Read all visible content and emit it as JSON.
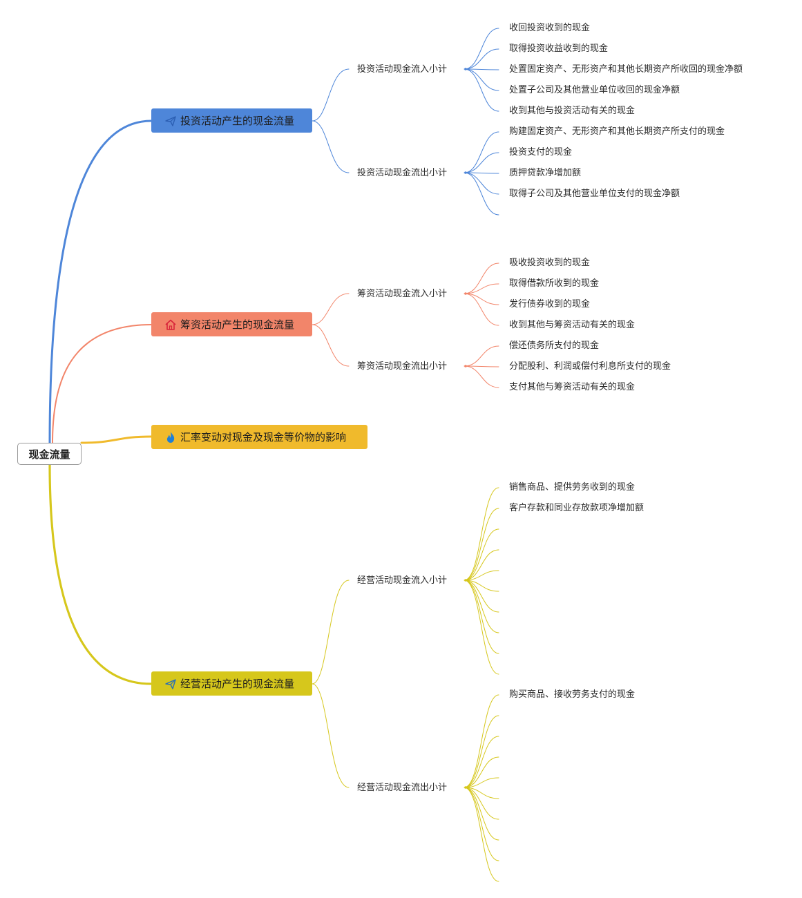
{
  "root": "现金流量",
  "branches": [
    {
      "label": "投资活动产生的现金流量",
      "icon": "paper-plane-icon",
      "color": "#4E86D9",
      "groups": [
        {
          "label": "投资活动现金流入小计",
          "items": [
            "收回投资收到的现金",
            "取得投资收益收到的现金",
            "处置固定资产、无形资产和其他长期资产所收回的现金净额",
            "处置子公司及其他营业单位收回的现金净额",
            "收到其他与投资活动有关的现金"
          ]
        },
        {
          "label": "投资活动现金流出小计",
          "items": [
            "购建固定资产、无形资产和其他长期资产所支付的现金",
            "投资支付的现金",
            "质押贷款净增加额",
            "取得子公司及其他营业单位支付的现金净额",
            ""
          ]
        }
      ]
    },
    {
      "label": "筹资活动产生的现金流量",
      "icon": "house-icon",
      "color": "#F2856A",
      "groups": [
        {
          "label": "筹资活动现金流入小计",
          "items": [
            "吸收投资收到的现金",
            "取得借款所收到的现金",
            "发行债券收到的现金",
            "收到其他与筹资活动有关的现金"
          ]
        },
        {
          "label": "筹资活动现金流出小计",
          "items": [
            "偿还债务所支付的现金",
            "分配股利、利润或偿付利息所支付的现金",
            "支付其他与筹资活动有关的现金"
          ]
        }
      ]
    },
    {
      "label": "汇率变动对现金及现金等价物的影响",
      "icon": "flame-icon",
      "color": "#F0BA2C",
      "groups": []
    },
    {
      "label": "经营活动产生的现金流量",
      "icon": "paper-plane-icon",
      "color": "#D6C71C",
      "groups": [
        {
          "label": "经营活动现金流入小计",
          "items": [
            "销售商品、提供劳务收到的现金",
            "客户存款和同业存放款项净增加额",
            "",
            "",
            "",
            "",
            "",
            "",
            "",
            ""
          ]
        },
        {
          "label": "经营活动现金流出小计",
          "items": [
            "购买商品、接收劳务支付的现金",
            "",
            "",
            "",
            "",
            "",
            "",
            "",
            "",
            ""
          ]
        }
      ]
    }
  ]
}
